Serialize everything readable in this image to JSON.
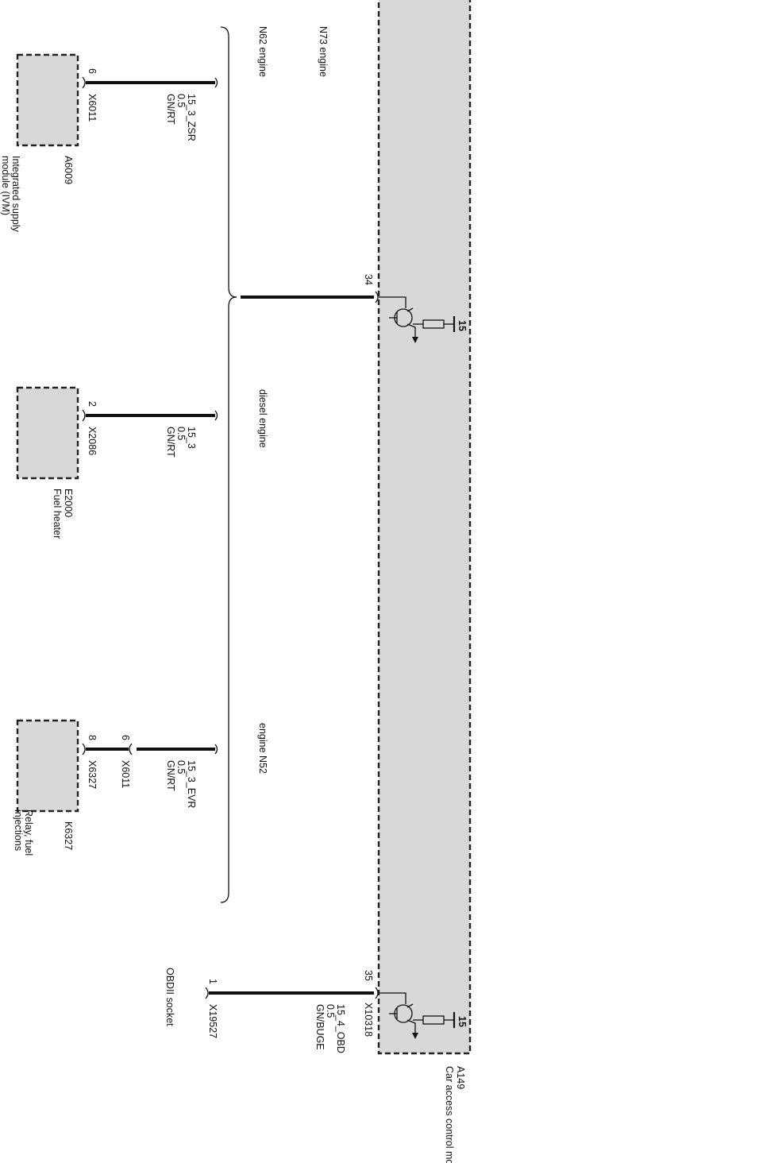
{
  "module": {
    "id": "A149",
    "name": "Car access control module",
    "connector": "X10318",
    "supply": "15"
  },
  "engine_variants": {
    "n73": "N73 engine",
    "n62": "N62 engine",
    "diesel": "diesel engine",
    "n52": "engine N52"
  },
  "pins": {
    "module_upper": "34",
    "module_lower": "35"
  },
  "components": [
    {
      "id": "A6009",
      "name": "Integrated supply module (IVM)",
      "connector": "X6011",
      "pin": "6"
    },
    {
      "id": "E2000",
      "name": "Fuel heater",
      "connector": "X2086",
      "pin": "2"
    },
    {
      "id": "K6327",
      "name": "Relay, fuel injections",
      "connector": "X6327",
      "pin": "8"
    }
  ],
  "intermediate_connector": {
    "connector": "X6011",
    "pin": "6"
  },
  "wires": {
    "ivm": {
      "signal": "15_3_ZSR",
      "cross_section": "0.5",
      "color": "GN/RT"
    },
    "fuel_heater": {
      "signal": "15_3",
      "cross_section": "0.5",
      "color": "GN/RT"
    },
    "relay": {
      "signal": "15_3_EVR",
      "cross_section": "0.5",
      "color": "GN/RT"
    },
    "obd": {
      "signal": "15_4_OBD",
      "cross_section": "0.5",
      "color": "GN/BUGE"
    }
  },
  "obd_socket": {
    "name": "OBDII socket",
    "connector": "X19527",
    "pin": "1"
  }
}
